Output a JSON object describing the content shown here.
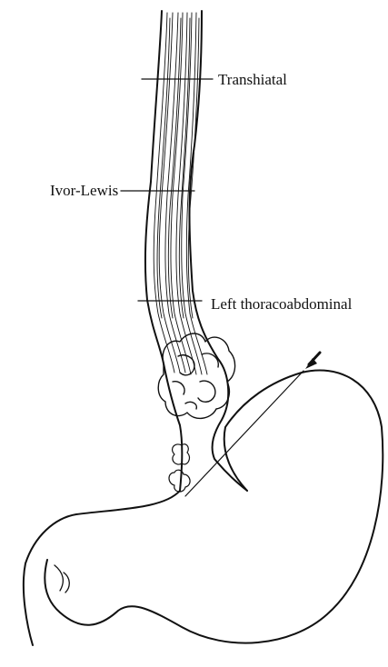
{
  "labels": {
    "transhiatal": "Transhiatal",
    "ivor_lewis": "Ivor-Lewis",
    "left_thoracoabdominal": "Left thoracoabdominal"
  },
  "colors": {
    "ink": "#111111",
    "background": "#ffffff"
  },
  "icons": [
    "arrow-icon"
  ]
}
